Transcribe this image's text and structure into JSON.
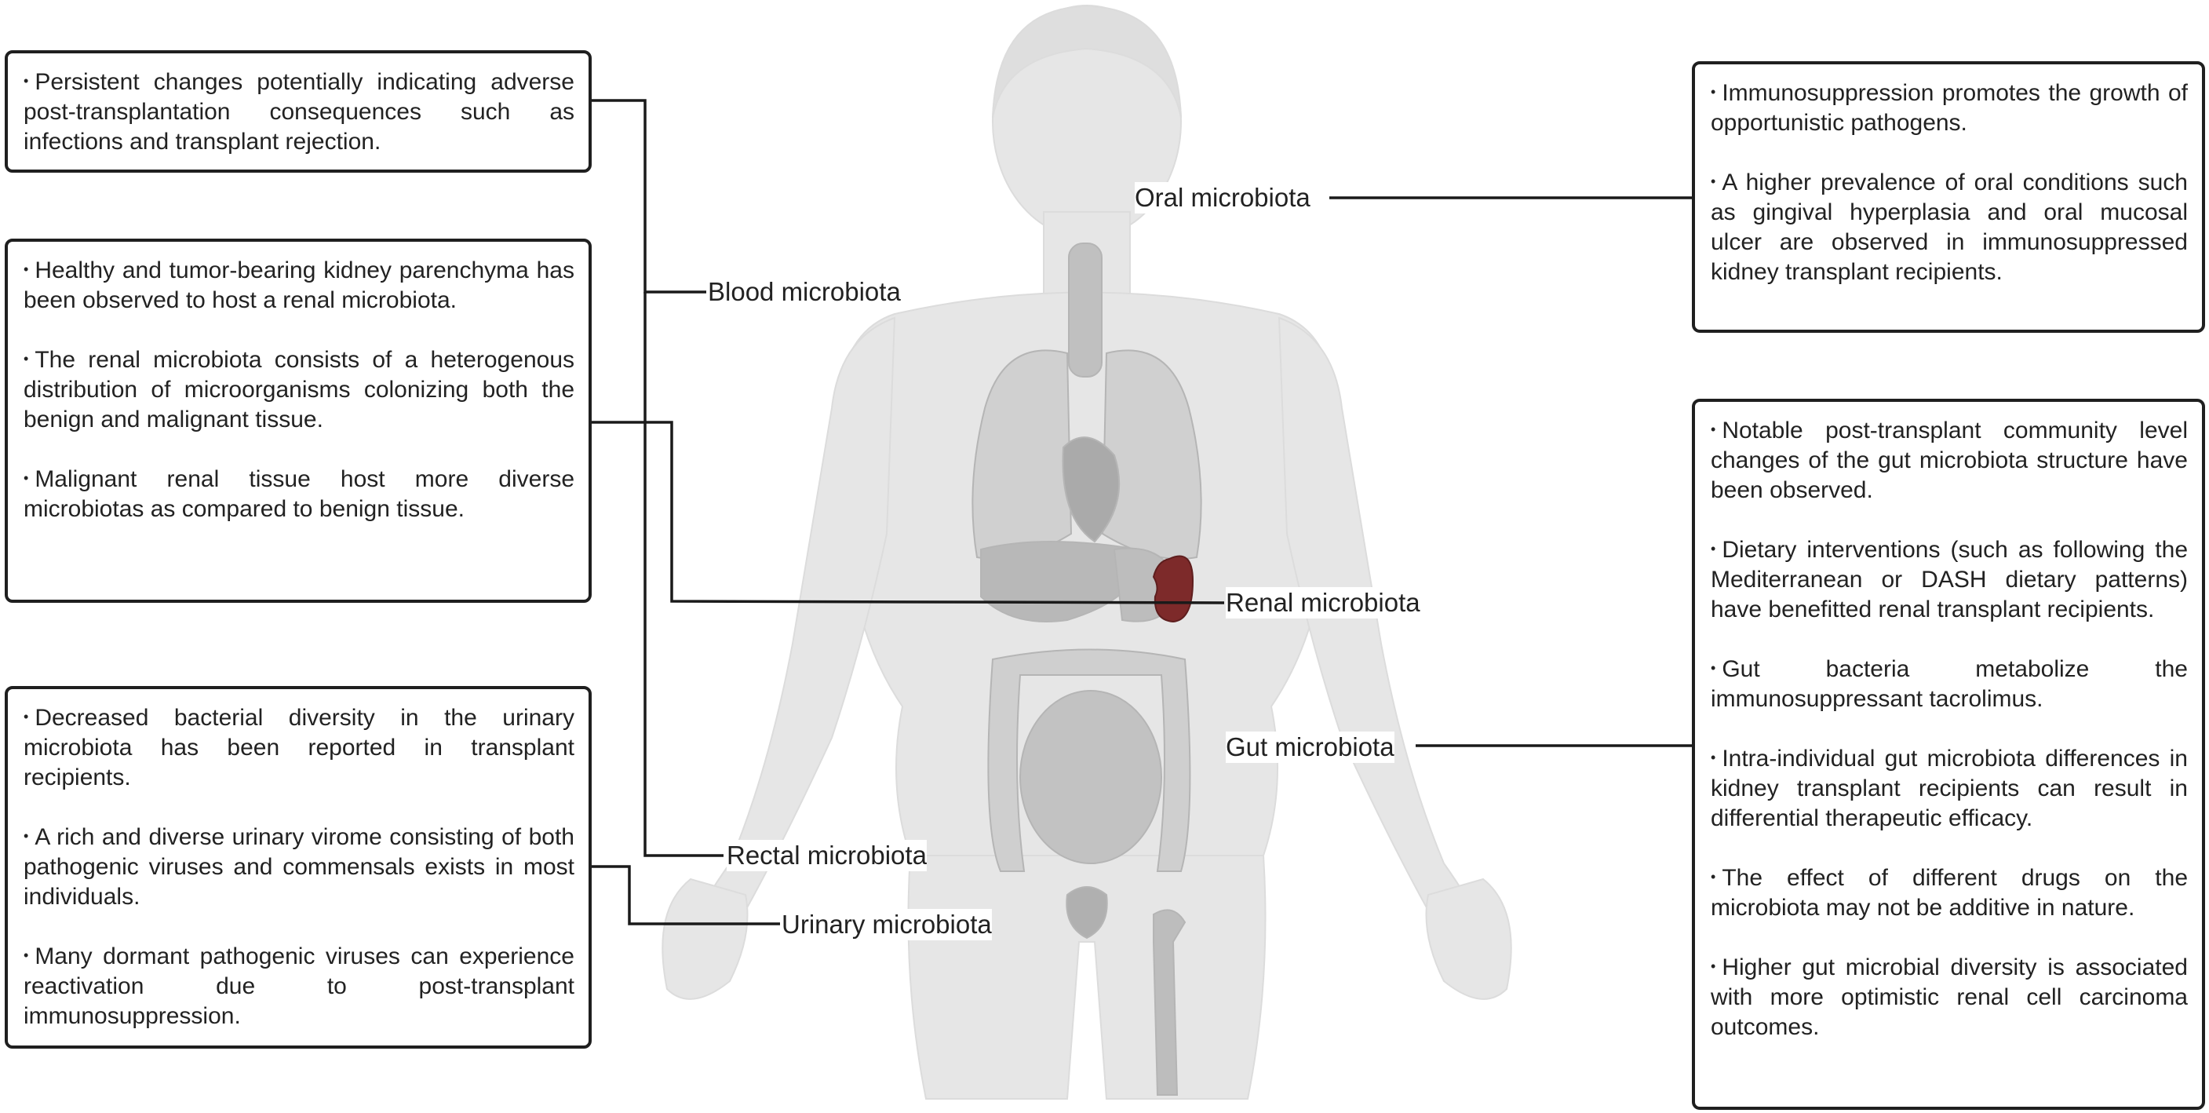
{
  "colors": {
    "line": "#1a1a1a",
    "body": "#e6e6e6",
    "organ": "#c4c4c4",
    "kidney": "#7d2a2a"
  },
  "labels": {
    "blood": "Blood microbiota",
    "oral": "Oral microbiota",
    "renal": "Renal microbiota",
    "gut": "Gut microbiota",
    "rectal": "Rectal  microbiota",
    "urinary": "Urinary microbiota"
  },
  "boxes": {
    "blood": [
      "Persistent changes potentially indicating adverse post-transplantation consequences such as infections and transplant rejection."
    ],
    "renal": [
      "Healthy and tumor-bearing kidney parenchyma has been observed to host a renal microbiota.",
      "The renal microbiota consists of a heterogenous distribution of microorganisms colonizing both the benign and malignant tissue.",
      "Malignant renal tissue host more diverse microbiotas as compared to benign tissue."
    ],
    "urinary": [
      "Decreased bacterial diversity in the urinary microbiota has been reported in transplant recipients.",
      "A rich and diverse urinary virome consisting of both pathogenic viruses and commensals exists in most individuals.",
      "Many dormant pathogenic viruses can experience reactivation due to post-transplant immunosuppression."
    ],
    "oral": [
      "Immunosuppression promotes the growth of opportunistic pathogens.",
      "A higher prevalence of oral conditions such as gingival hyperplasia and oral mucosal ulcer are observed in immunosuppressed kidney transplant recipients."
    ],
    "gut": [
      "Notable post-transplant community level changes of the gut microbiota structure have been observed.",
      "Dietary interventions (such as following the Mediterranean or DASH dietary patterns) have benefitted renal transplant recipients.",
      "Gut bacteria metabolize the immunosuppressant tacrolimus.",
      "Intra-individual gut microbiota differences in kidney transplant recipients can result in differential therapeutic efficacy.",
      "The effect of different drugs on the microbiota may not be additive in nature.",
      "Higher gut microbial diversity is associated with more optimistic renal cell carcinoma outcomes."
    ]
  },
  "bullet": "•"
}
